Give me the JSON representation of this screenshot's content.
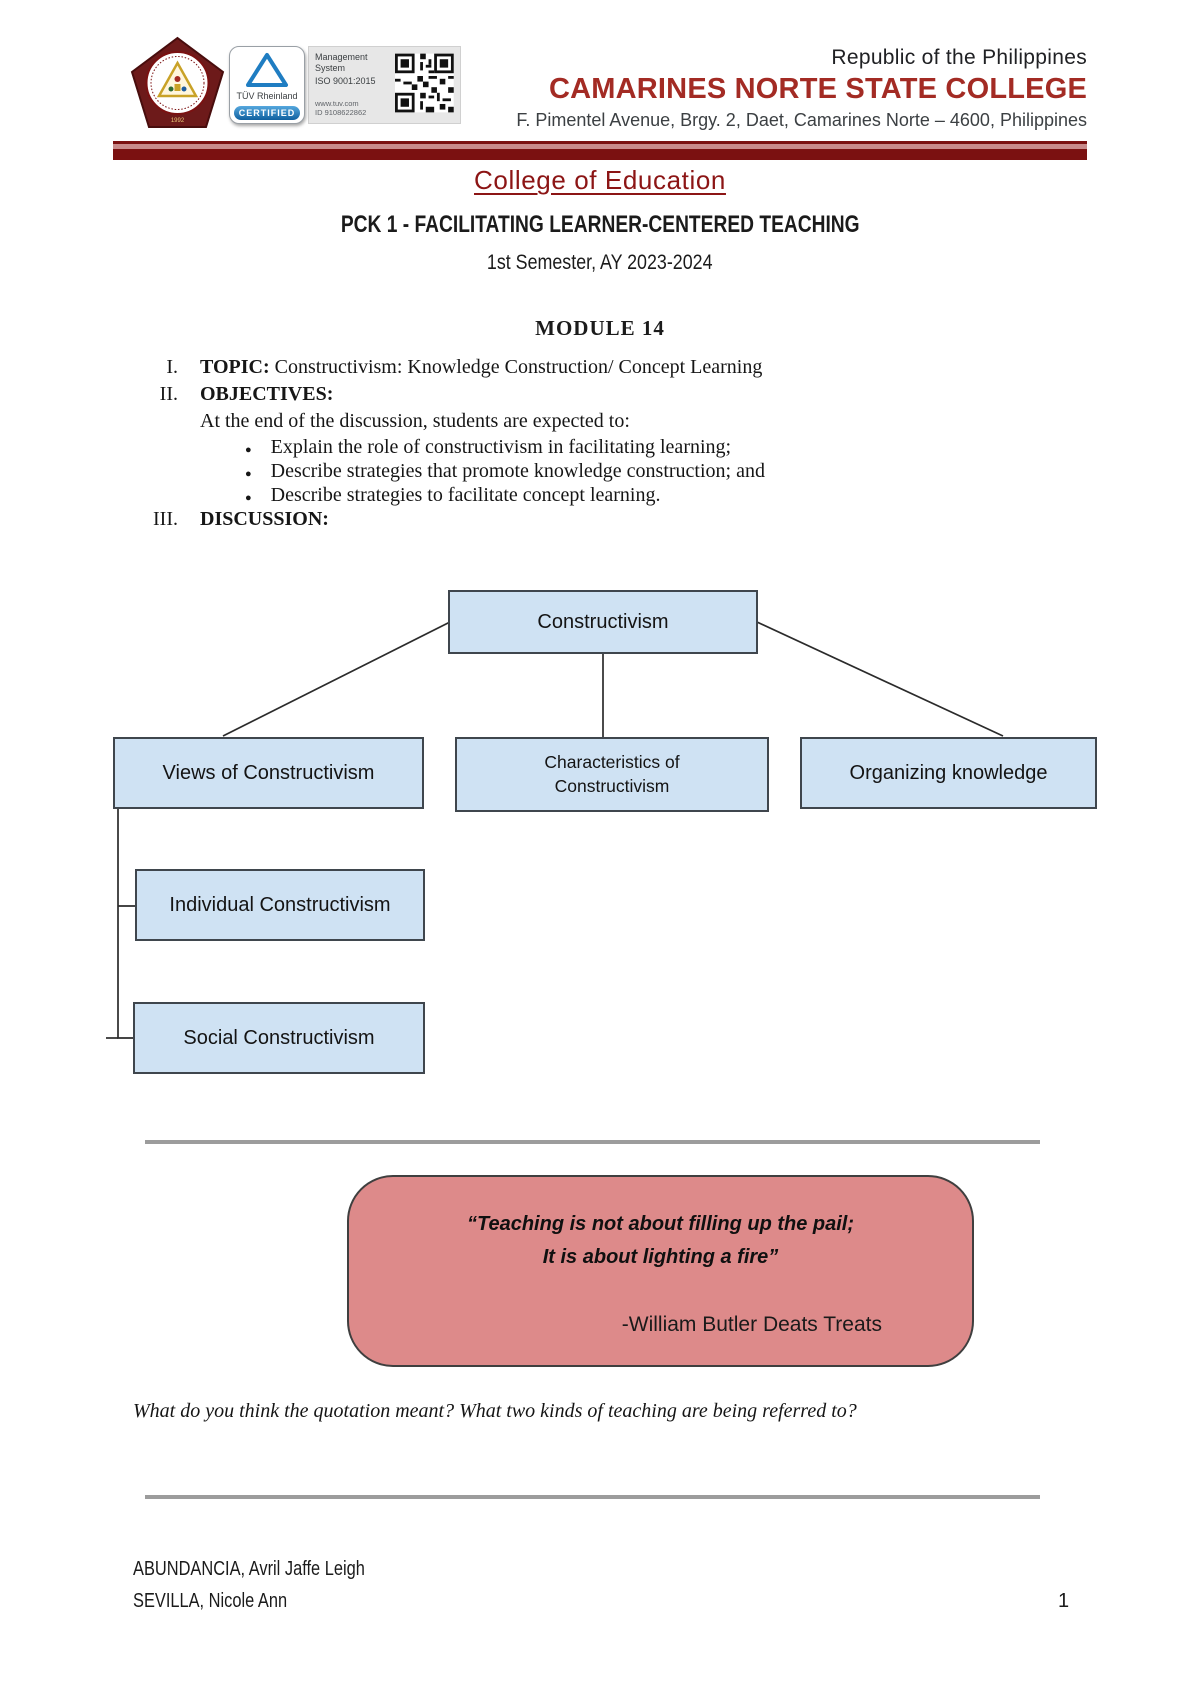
{
  "colors": {
    "accent-red": "#a32b24",
    "dark-red": "#7b1111",
    "bar-light": "#c98b8b",
    "link-red": "#8c1515",
    "box-fill": "#cfe2f3",
    "box-border": "#3f464d",
    "quote-fill": "#dd8a8a",
    "quote-border": "#3f3f3f",
    "divider-gray": "#9c9c9c"
  },
  "header": {
    "republic_line": "Republic of the Philippines",
    "college_name": "CAMARINES NORTE STATE COLLEGE",
    "address_line": "F. Pimentel Avenue, Brgy. 2, Daet, Camarines Norte – 4600, Philippines",
    "department": "College of Education",
    "tuv": {
      "name": "TÜV Rheinland",
      "certified": "CERTIFIED",
      "mgmt": "Management System",
      "iso": "ISO 9001:2015",
      "site": "www.tuv.com",
      "cert_id": "ID 9108622862"
    }
  },
  "course": {
    "title": "PCK 1 - FACILITATING LEARNER-CENTERED TEACHING",
    "semester": "1st Semester, AY 2023-2024",
    "module": "MODULE 14"
  },
  "outline": {
    "topic_numeral": "I.",
    "topic_label": "TOPIC:",
    "topic_text": "Constructivism: Knowledge Construction/ Concept Learning",
    "objectives_numeral": "II.",
    "objectives_label": "OBJECTIVES:",
    "objectives_intro": "At the end of the discussion, students are expected to:",
    "objectives": [
      "Explain the role of constructivism in facilitating learning;",
      "Describe strategies that promote knowledge construction; and",
      "Describe strategies to facilitate concept learning."
    ],
    "discussion_numeral": "III.",
    "discussion_label": "DISCUSSION:"
  },
  "diagram": {
    "root": "Constructivism",
    "branch_views": "Views of Constructivism",
    "branch_characteristics": "Characteristics of Constructivism",
    "branch_organizing": "Organizing knowledge",
    "sub_individual": "Individual Constructivism",
    "sub_social": "Social Constructivism"
  },
  "quote": {
    "line1": "“Teaching is not about filling up the pail;",
    "line2": "It is about lighting a fire”",
    "attribution": "-William Butler Deats Treats"
  },
  "question": "What do you think the quotation meant?  What two kinds of teaching are being referred to?",
  "footer": {
    "author1": "ABUNDANCIA, Avril Jaffe Leigh",
    "author2": "SEVILLA, Nicole Ann",
    "page_number": "1"
  }
}
